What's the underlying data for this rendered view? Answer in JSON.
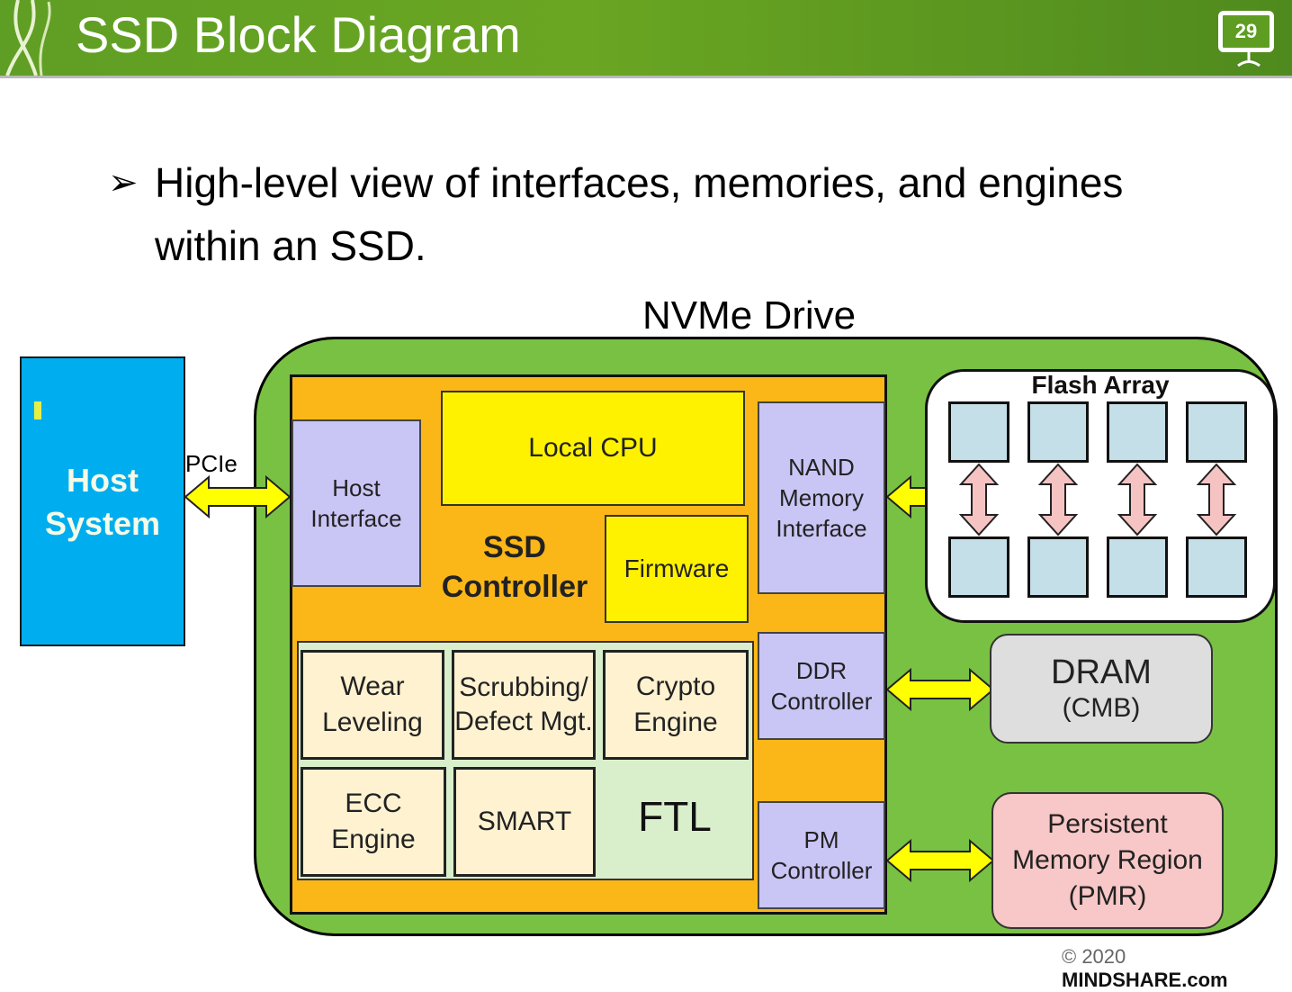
{
  "header": {
    "title": "SSD Block Diagram",
    "slide_number": "29"
  },
  "bullet": {
    "marker": "➢",
    "text": "High-level view of interfaces, memories, and engines within an SSD."
  },
  "diagram": {
    "drive_label": "NVMe Drive",
    "host": "Host System",
    "link_label": "PCIe",
    "controller_label": "SSD Controller",
    "host_interface": "Host Interface",
    "local_cpu": "Local CPU",
    "firmware": "Firmware",
    "nand_interface": "NAND Memory Interface",
    "ddr_controller": "DDR Controller",
    "pm_controller": "PM Controller",
    "engines": {
      "wear_leveling": "Wear Leveling",
      "scrubbing": "Scrubbing/ Defect Mgt.",
      "crypto": "Crypto Engine",
      "ecc": "ECC Engine",
      "smart": "SMART",
      "ftl": "FTL"
    },
    "flash_array": {
      "label": "Flash Array",
      "columns": 4,
      "rows": 2
    },
    "dram": {
      "title": "DRAM",
      "subtitle": "(CMB)"
    },
    "pmr": "Persistent Memory Region (PMR)"
  },
  "colors": {
    "header_green": "#6aa622",
    "drive_green": "#79c143",
    "host_blue": "#00aeef",
    "controller_orange": "#fbb718",
    "interface_lavender": "#c9c5f5",
    "cpu_yellow": "#fef200",
    "engine_cream": "#fef2d1",
    "ftl_green": "#d9efcc",
    "chip_blue": "#c5dfe9",
    "arrow_yellow": "#ffff00",
    "arrow_pink": "#f6c3c3",
    "dram_gray": "#dedede",
    "pmr_pink": "#f8c7c7"
  },
  "footer": {
    "copyright": "© 2020",
    "brand": "MINDSHARE.com"
  }
}
